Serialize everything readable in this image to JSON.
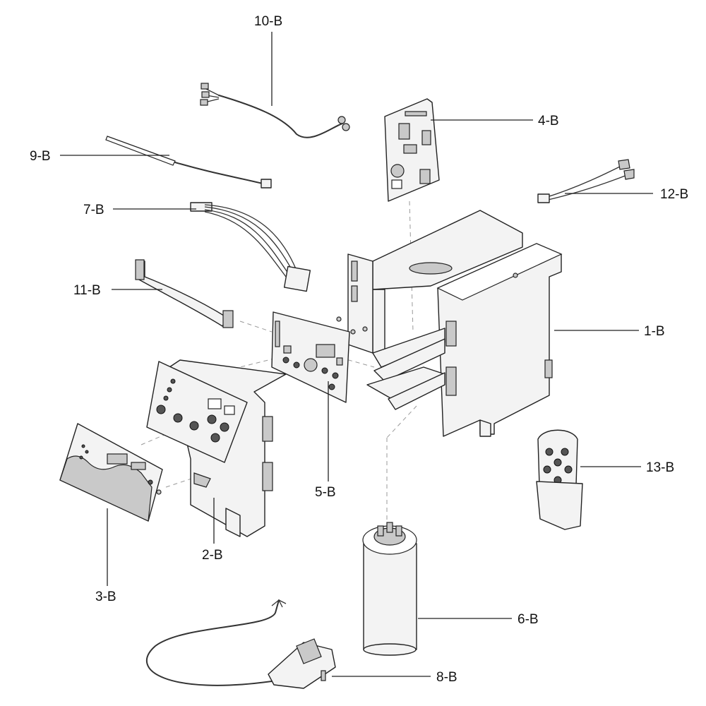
{
  "diagram": {
    "callouts": [
      {
        "id": "1",
        "label": "1-B"
      },
      {
        "id": "2",
        "label": "2-B"
      },
      {
        "id": "3",
        "label": "3-B"
      },
      {
        "id": "4",
        "label": "4-B"
      },
      {
        "id": "5",
        "label": "5-B"
      },
      {
        "id": "6",
        "label": "6-B"
      },
      {
        "id": "7",
        "label": "7-B"
      },
      {
        "id": "8",
        "label": "8-B"
      },
      {
        "id": "9",
        "label": "9-B"
      },
      {
        "id": "10",
        "label": "10-B"
      },
      {
        "id": "11",
        "label": "11-B"
      },
      {
        "id": "12",
        "label": "12-B"
      },
      {
        "id": "13",
        "label": "13-B"
      }
    ]
  }
}
